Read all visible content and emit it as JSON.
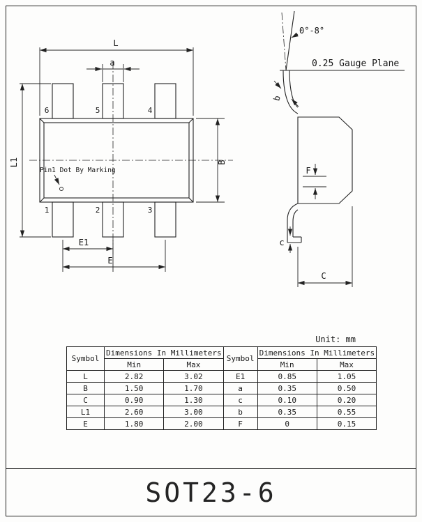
{
  "sheet": {
    "unit_label": "Unit: mm",
    "title": "SOT23-6"
  },
  "top_view": {
    "pin_numbers": [
      "1",
      "2",
      "3",
      "4",
      "5",
      "6"
    ],
    "labels": {
      "L": "L",
      "a": "a",
      "L1": "L1",
      "B": "B",
      "E1": "E1",
      "E": "E"
    },
    "pin1_note": "Pin1 Dot By Marking"
  },
  "side_view": {
    "angle_label": "0°-8°",
    "gauge_plane_label": "0.25 Gauge Plane",
    "labels": {
      "b": "b",
      "F": "F",
      "c": "c",
      "C": "C"
    }
  },
  "table": {
    "symbol_header": "Symbol",
    "dims_header": "Dimensions In Millimeters",
    "min_header": "Min",
    "max_header": "Max",
    "left_rows": [
      {
        "symbol": "L",
        "min": "2.82",
        "max": "3.02"
      },
      {
        "symbol": "B",
        "min": "1.50",
        "max": "1.70"
      },
      {
        "symbol": "C",
        "min": "0.90",
        "max": "1.30"
      },
      {
        "symbol": "L1",
        "min": "2.60",
        "max": "3.00"
      },
      {
        "symbol": "E",
        "min": "1.80",
        "max": "2.00"
      }
    ],
    "right_rows": [
      {
        "symbol": "E1",
        "min": "0.85",
        "max": "1.05"
      },
      {
        "symbol": "a",
        "min": "0.35",
        "max": "0.50"
      },
      {
        "symbol": "c",
        "min": "0.10",
        "max": "0.20"
      },
      {
        "symbol": "b",
        "min": "0.35",
        "max": "0.55"
      },
      {
        "symbol": "F",
        "min": "0",
        "max": "0.15"
      }
    ]
  }
}
